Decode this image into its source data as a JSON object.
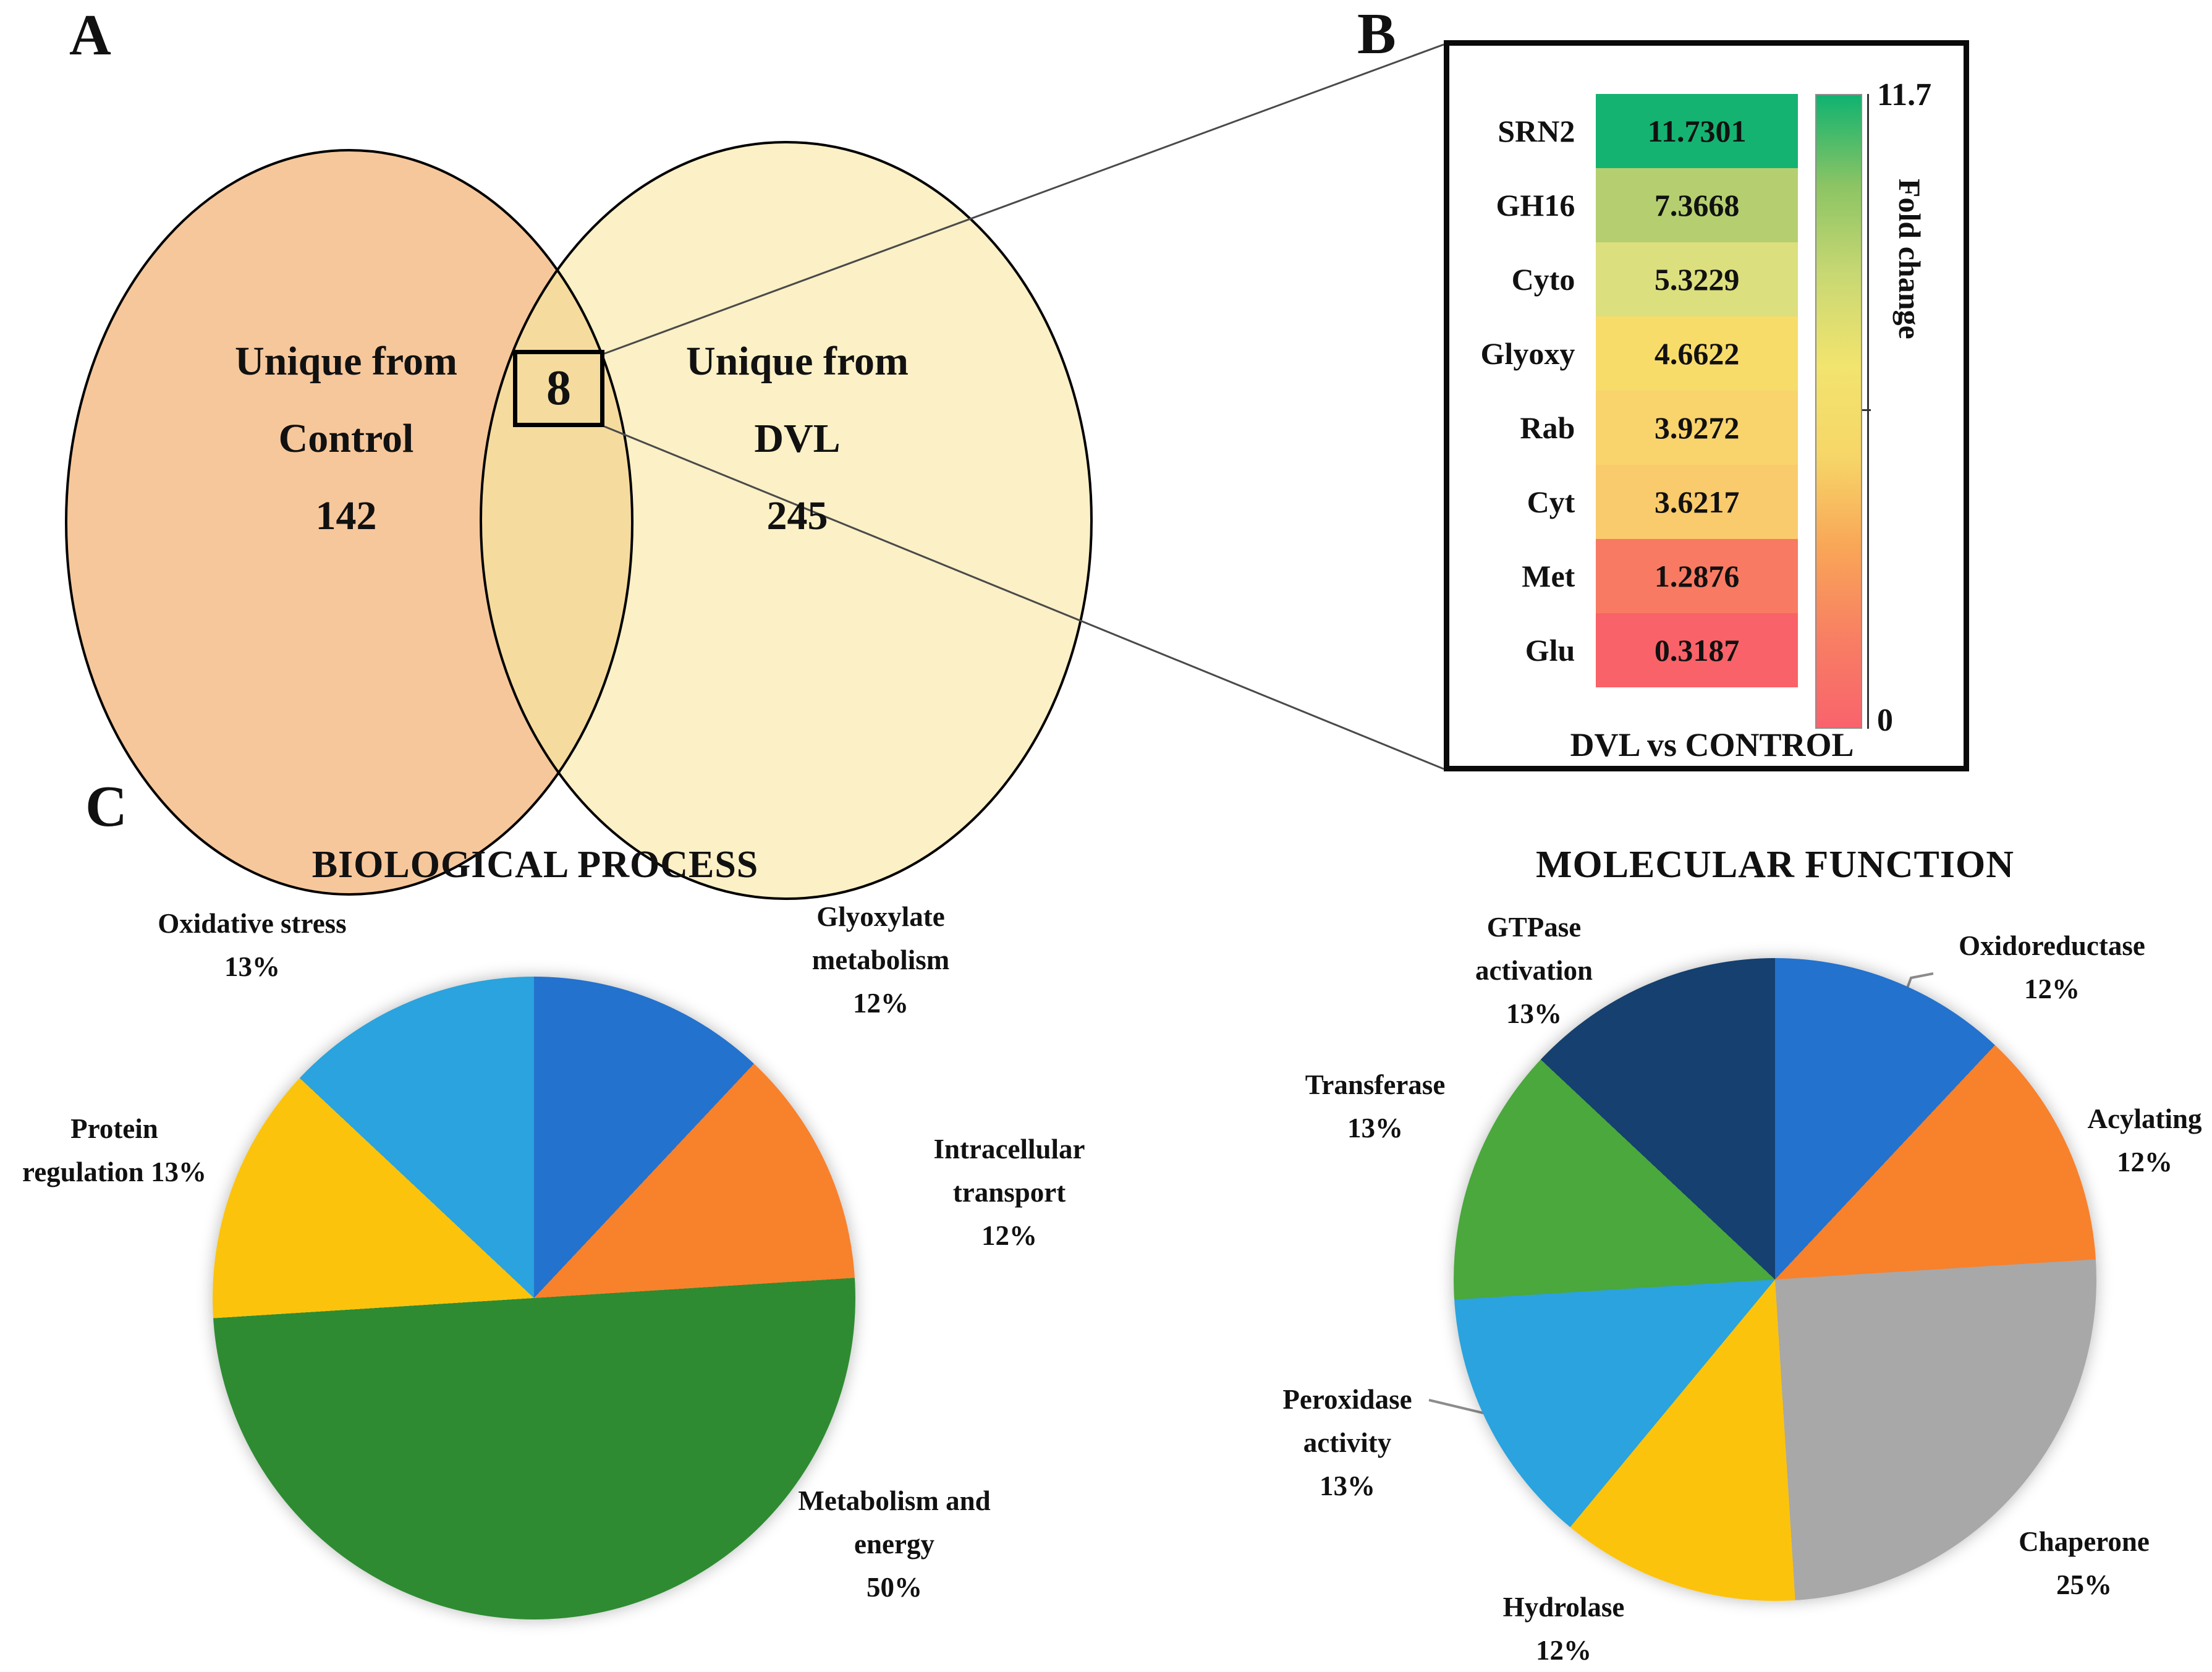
{
  "panels": {
    "a": "A",
    "b": "B",
    "c": "C"
  },
  "chart_data": [
    {
      "type": "venn",
      "sets": [
        {
          "name": "Unique from Control",
          "value": 142
        },
        {
          "name": "Unique from DVL",
          "value": 245
        }
      ],
      "overlap_value": 8,
      "overlap_label": "8",
      "label_left": "Unique from\nControl\n142",
      "label_right": "Unique from\nDVL\n245",
      "colors": {
        "left": "#f6c79b",
        "right": "#fbf0c6",
        "overlap": "#f5dc9e",
        "outline": "#000000"
      }
    },
    {
      "type": "heatmap",
      "title": "DVL vs CONTROL",
      "rows": [
        {
          "gene": "SRN2",
          "value": "11.7301",
          "color": "#14b371"
        },
        {
          "gene": "GH16",
          "value": "7.3668",
          "color": "#b5cf70"
        },
        {
          "gene": "Cyto",
          "value": "5.3229",
          "color": "#dcdf7d"
        },
        {
          "gene": "Glyoxy",
          "value": "4.6622",
          "color": "#f8dc6a"
        },
        {
          "gene": "Rab",
          "value": "3.9272",
          "color": "#f9d46c"
        },
        {
          "gene": "Cyt",
          "value": "3.6217",
          "color": "#f9cb6c"
        },
        {
          "gene": "Met",
          "value": "1.2876",
          "color": "#f87a62"
        },
        {
          "gene": "Glu",
          "value": "0.3187",
          "color": "#f96268"
        }
      ],
      "colorbar": {
        "label": "Fold change",
        "max": "11.7",
        "min": "0",
        "range": [
          0,
          11.7
        ],
        "stops": [
          "#0fb370",
          "#8cc464",
          "#c9d873",
          "#f2e46e",
          "#f6d668",
          "#f9a657",
          "#f87f63",
          "#f9636c"
        ]
      }
    },
    {
      "type": "pie",
      "title": "BIOLOGICAL PROCESS",
      "legend_position": "outside",
      "slices": [
        {
          "label": "Glyoxylate metabolism",
          "value": 12,
          "color": "#2372cd",
          "text": "Glyoxylate\nmetabolism\n12%"
        },
        {
          "label": "Intracellular transport",
          "value": 12,
          "color": "#f8812c",
          "text": "Intracellular\ntransport\n12%"
        },
        {
          "label": "Metabolism and energy",
          "value": 50,
          "color": "#2e8b32",
          "text": "Metabolism and\nenergy\n50%"
        },
        {
          "label": "Protein regulation",
          "value": 13,
          "color": "#fcc30d",
          "text": "Protein\nregulation 13%"
        },
        {
          "label": "Oxidative stress",
          "value": 13,
          "color": "#2aa3de",
          "text": "Oxidative stress\n13%"
        }
      ]
    },
    {
      "type": "pie",
      "title": "MOLECULAR FUNCTION",
      "legend_position": "outside",
      "slices": [
        {
          "label": "Oxidoreductase",
          "value": 12,
          "color": "#2372cd",
          "text": "Oxidoreductase\n12%"
        },
        {
          "label": "Acylating",
          "value": 12,
          "color": "#f8812c",
          "text": "Acylating\n12%"
        },
        {
          "label": "Chaperone",
          "value": 25,
          "color": "#a8a8a8",
          "text": "Chaperone\n25%"
        },
        {
          "label": "Hydrolase",
          "value": 12,
          "color": "#fcc30d",
          "text": "Hydrolase\n12%"
        },
        {
          "label": "Peroxidase activity",
          "value": 13,
          "color": "#2aa3de",
          "text": "Peroxidase\nactivity\n13%"
        },
        {
          "label": "Transferase",
          "value": 13,
          "color": "#4aa83c",
          "text": "Transferase\n13%"
        },
        {
          "label": "GTPase activation",
          "value": 13,
          "color": "#15406f",
          "text": "GTPase\nactivation\n13%"
        }
      ]
    }
  ]
}
